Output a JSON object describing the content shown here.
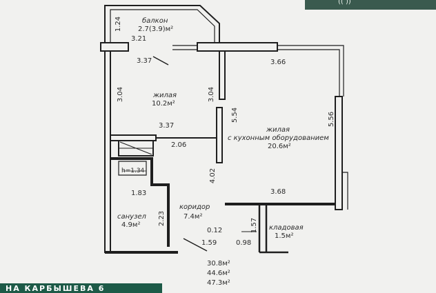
{
  "rooms": {
    "balcony_name": "балкон",
    "balcony_area": "2.7(3.9)м²",
    "living1_name": "жилая",
    "living1_area": "10.2м²",
    "living2_name": "жилая",
    "living2_subtitle": "с кухонным оборудованием",
    "living2_area": "20.6м²",
    "corridor_name": "коридор",
    "corridor_area": "7.4м²",
    "bathroom_name": "санузел",
    "bathroom_area": "4.9м²",
    "pantry_name": "кладовая",
    "pantry_area": "1.5м²"
  },
  "dimensions": {
    "d_1_24": "1.24",
    "d_3_21": "3.21",
    "d_3_37_top": "3.37",
    "d_3_66": "3.66",
    "d_3_04_left": "3.04",
    "d_3_04_mid": "3.04",
    "d_5_54": "5.54",
    "d_5_56": "5.56",
    "d_3_37_mid": "3.37",
    "d_2_06": "2.06",
    "d_1_34": "h=1.34",
    "d_4_02": "4.02",
    "d_1_83": "1.83",
    "d_3_68": "3.68",
    "d_2_23": "2.23",
    "d_0_12": "0.12",
    "d_1_57": "1.57",
    "d_1_59": "1.59",
    "d_0_98": "0.98"
  },
  "totals": [
    "30.8м²",
    "44.6м²",
    "47.3м²"
  ],
  "badge": {
    "corner_text": "((   ))"
  },
  "banner": {
    "text": "НА  КАРБЫШЕВА  6"
  },
  "colors": {
    "wall": "#1e1e1e",
    "background": "#f1f1ef",
    "banner": "#1d5a47",
    "badge": "#3a5a4e"
  }
}
